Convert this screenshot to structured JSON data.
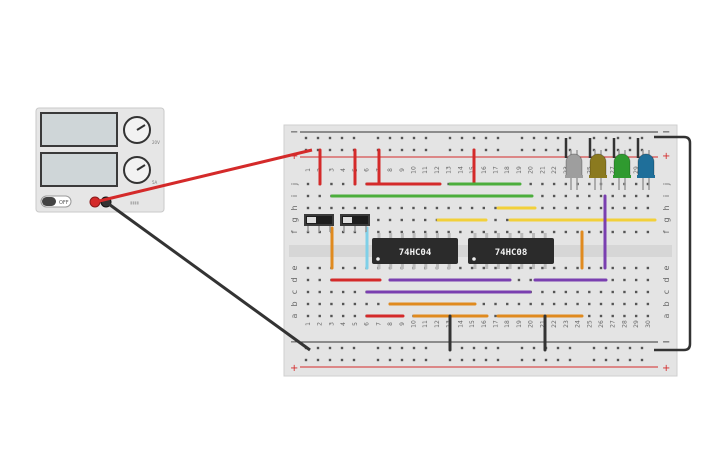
{
  "power_supply": {
    "knob1_max": "20V",
    "knob2_max": "5A",
    "off_label": "OFF",
    "accent_red": "#d42a2a",
    "accent_black": "#333333"
  },
  "breadboard": {
    "rail_minus": "−",
    "rail_plus": "+",
    "col_count": 30,
    "row_labels_top": [
      "j",
      "i",
      "h",
      "g",
      "f"
    ],
    "row_labels_bottom": [
      "e",
      "d",
      "c",
      "b",
      "a"
    ]
  },
  "chips": [
    {
      "label": "74HC04"
    },
    {
      "label": "74HC08"
    }
  ],
  "leds": [
    {
      "color_name": "white-led",
      "fill": "#9e9e9e"
    },
    {
      "color_name": "yellow-led",
      "fill": "#8b7a1f"
    },
    {
      "color_name": "green-led",
      "fill": "#2f9a2f"
    },
    {
      "color_name": "blue-led",
      "fill": "#1f6f9a"
    }
  ],
  "switches": [
    {
      "name": "slide-switch-1"
    },
    {
      "name": "slide-switch-2"
    }
  ],
  "wire_colors": {
    "red": "#d42a2a",
    "green": "#4cae3c",
    "orange": "#e08a1e",
    "yellow": "#f2d03a",
    "purple": "#7a3fb0",
    "cyan": "#7fd0e8",
    "black": "#333333"
  }
}
